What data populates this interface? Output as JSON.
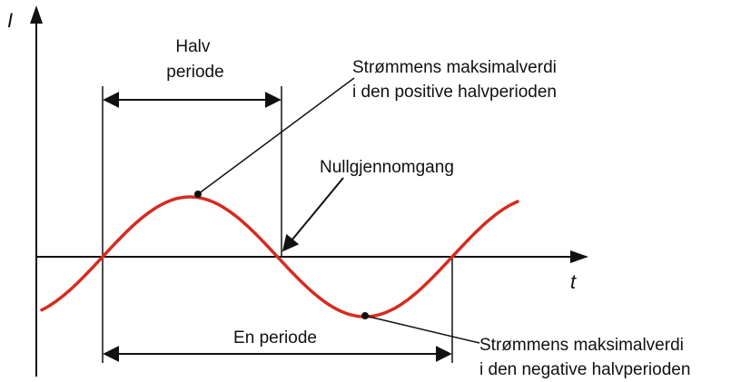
{
  "axes": {
    "y_label": "I",
    "x_label": "t"
  },
  "labels": {
    "half_period": [
      "Halv",
      "periode"
    ],
    "full_period": "En periode",
    "max_positive": [
      "Strømmens maksimalverdi",
      "i den positive halvperioden"
    ],
    "zero_crossing": "Nullgjennomgang",
    "max_negative": [
      "Strømmens maksimalverdi",
      "i den negative halvperioden"
    ]
  },
  "colors": {
    "curve": "#d62b20",
    "ink": "#111111"
  }
}
